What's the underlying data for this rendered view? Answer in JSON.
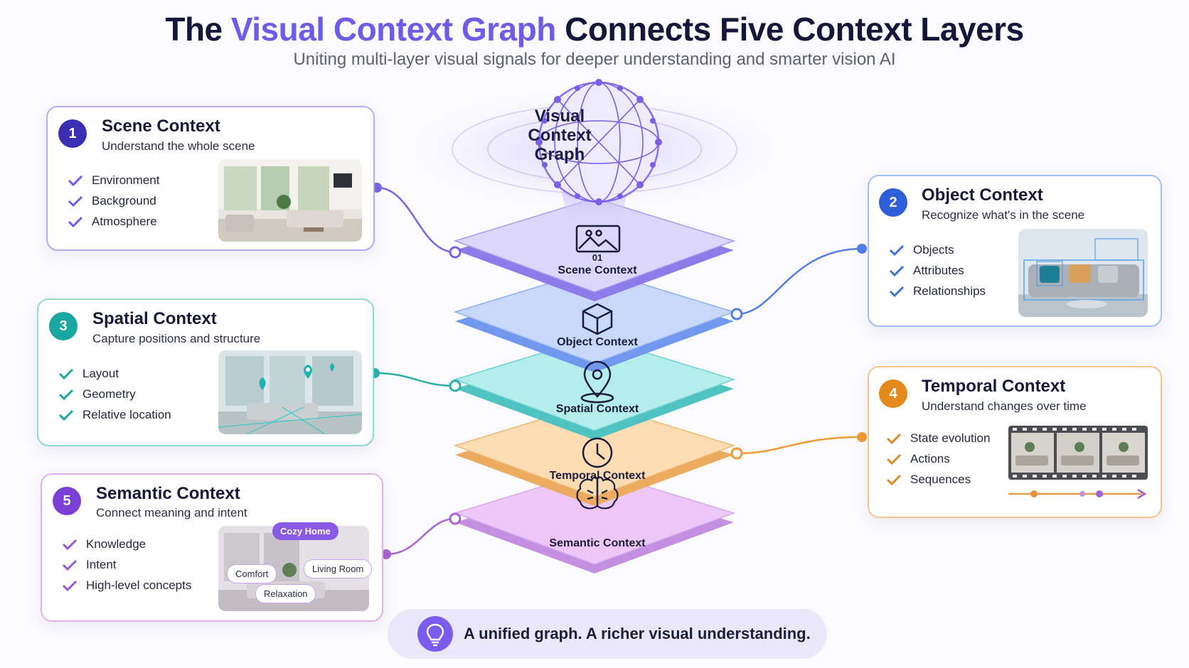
{
  "header": {
    "title_prefix": "The",
    "title_highlight": "Visual Context Graph",
    "title_suffix": "Connects Five Context Layers",
    "subtitle": "Uniting multi-layer visual signals for deeper understanding and smarter vision AI"
  },
  "graph": {
    "label_line1": "Visual",
    "label_line2": "Context",
    "label_line3": "Graph"
  },
  "layers": [
    {
      "number": "01",
      "label": "Scene Context",
      "icon": "image-icon",
      "color": "#b9aef6"
    },
    {
      "label": "Object Context",
      "icon": "cube-icon",
      "color": "#9fbaf7"
    },
    {
      "label": "Spatial Context",
      "icon": "location-pin-icon",
      "color": "#8fdcdc"
    },
    {
      "label": "Temporal Context",
      "icon": "clock-icon",
      "color": "#f8c98f"
    },
    {
      "label": "Semantic Context",
      "icon": "brain-icon",
      "color": "#e3b2f2"
    }
  ],
  "cards": [
    {
      "number": "1",
      "title": "Scene Context",
      "subtitle": "Understand the whole scene",
      "items": [
        "Environment",
        "Background",
        "Atmosphere"
      ],
      "color": "#6c5ce7",
      "badge_color": "#3a2fb3"
    },
    {
      "number": "2",
      "title": "Object Context",
      "subtitle": "Recognize what's in the scene",
      "items": [
        "Objects",
        "Attributes",
        "Relationships"
      ],
      "color": "#5b8def",
      "badge_color": "#2d5fd9"
    },
    {
      "number": "3",
      "title": "Spatial Context",
      "subtitle": "Capture positions and structure",
      "items": [
        "Layout",
        "Geometry",
        "Relative location"
      ],
      "color": "#3bbfb8",
      "badge_color": "#1aa7a1"
    },
    {
      "number": "4",
      "title": "Temporal Context",
      "subtitle": "Understand changes over time",
      "items": [
        "State evolution",
        "Actions",
        "Sequences"
      ],
      "color": "#f1a54a",
      "badge_color": "#e48a1c"
    },
    {
      "number": "5",
      "title": "Semantic Context",
      "subtitle": "Connect meaning and intent",
      "items": [
        "Knowledge",
        "Intent",
        "High-level concepts"
      ],
      "color": "#c77ddc",
      "badge_color": "#7b3fd6"
    }
  ],
  "semantic_tags": {
    "tag1": "Cozy Home",
    "tag2": "Living Room",
    "tag3": "Comfort",
    "tag4": "Relaxation"
  },
  "banner": {
    "text": "A unified graph. A richer visual understanding.",
    "icon": "lightbulb-icon"
  }
}
